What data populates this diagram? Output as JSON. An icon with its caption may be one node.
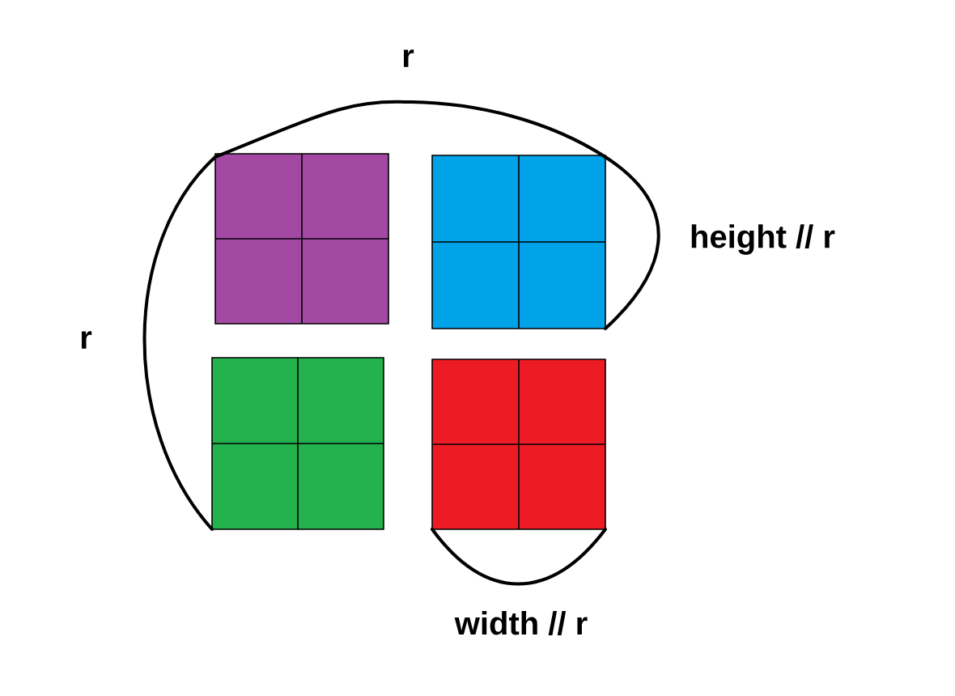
{
  "diagram": {
    "labels": [
      "r",
      "height // r",
      "r",
      "width // r"
    ]
  }
}
